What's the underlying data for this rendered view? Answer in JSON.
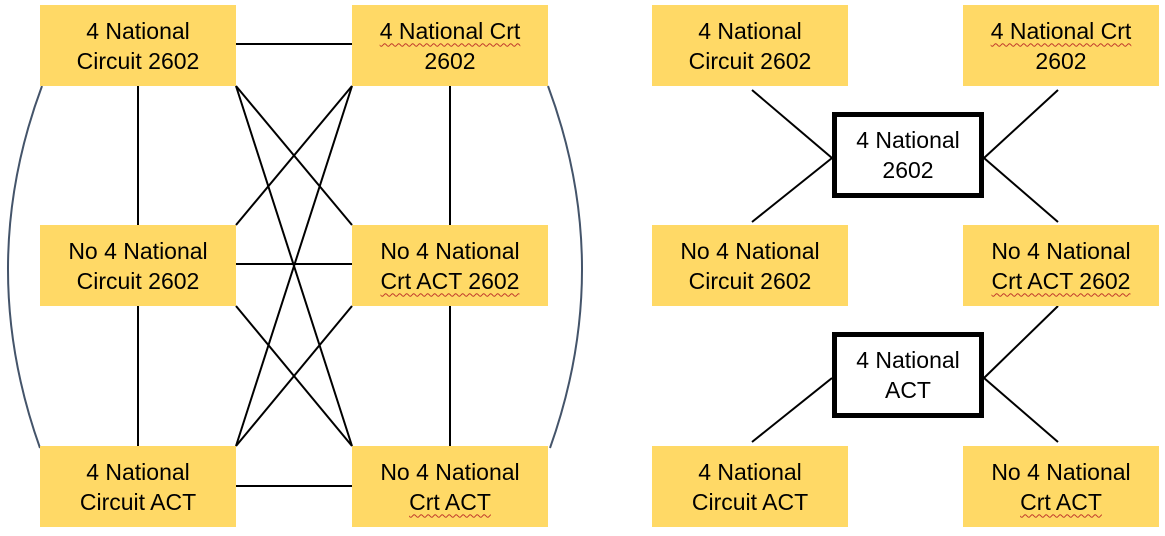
{
  "colors": {
    "node_fill": "#ffd966",
    "hub_fill": "#ffffff",
    "edge": "#000000",
    "side_curve": "#44546a"
  },
  "left_diagram": {
    "nodes": {
      "tl": [
        "4 National",
        "Circuit 2602"
      ],
      "tr": [
        "4 National Crt",
        "2602"
      ],
      "ml": [
        "No 4 National",
        "Circuit 2602"
      ],
      "mr": [
        "No 4 National",
        "Crt ACT 2602"
      ],
      "bl": [
        "4 National",
        "Circuit ACT"
      ],
      "br": [
        "No 4 National",
        "Crt ACT"
      ]
    },
    "edges": [
      [
        "tl",
        "tr"
      ],
      [
        "tl",
        "ml"
      ],
      [
        "ml",
        "bl"
      ],
      [
        "tr",
        "mr"
      ],
      [
        "mr",
        "br"
      ],
      [
        "ml",
        "mr"
      ],
      [
        "bl",
        "br"
      ],
      [
        "tl",
        "mr"
      ],
      [
        "tl",
        "br"
      ],
      [
        "tr",
        "ml"
      ],
      [
        "tr",
        "bl"
      ],
      [
        "ml",
        "br"
      ],
      [
        "mr",
        "bl"
      ]
    ]
  },
  "right_diagram": {
    "nodes": {
      "tl": [
        "4 National",
        "Circuit 2602"
      ],
      "tr": [
        "4 National Crt",
        "2602"
      ],
      "ml": [
        "No 4 National",
        "Circuit 2602"
      ],
      "mr": [
        "No 4 National",
        "Crt ACT 2602"
      ],
      "bl": [
        "4 National",
        "Circuit ACT"
      ],
      "br": [
        "No 4 National",
        "Crt ACT"
      ]
    },
    "hubs": {
      "hub1": [
        "4 National",
        "2602"
      ],
      "hub2": [
        "4 National",
        "ACT"
      ]
    },
    "edges": [
      [
        "hub1",
        "tl"
      ],
      [
        "hub1",
        "tr"
      ],
      [
        "hub1",
        "ml"
      ],
      [
        "hub1",
        "mr"
      ],
      [
        "hub2",
        "mr"
      ],
      [
        "hub2",
        "bl"
      ],
      [
        "hub2",
        "br"
      ]
    ]
  }
}
